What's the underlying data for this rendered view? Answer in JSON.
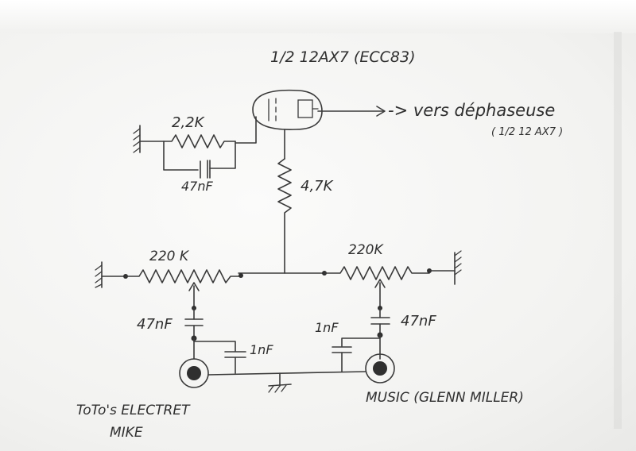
{
  "diagram": {
    "title": "1/2 12AX7 (ECC83)",
    "output_label": "-> vers déphaseuse",
    "output_note": "( 1/2 12 AX7 )",
    "cathode_resistor": "2,2K",
    "cathode_cap": "47nF",
    "plate_resistor": "4,7K",
    "pot_left": "220 K",
    "pot_right": "220K",
    "cap_left_coupling": "47nF",
    "cap_right_coupling": "47nF",
    "cap_left_filter": "1nF",
    "cap_right_filter": "1nF",
    "input_left_line1": "ToTo's ELECTRET",
    "input_left_line2": "MIKE",
    "input_right": "MUSIC (GLENN MILLER)"
  }
}
